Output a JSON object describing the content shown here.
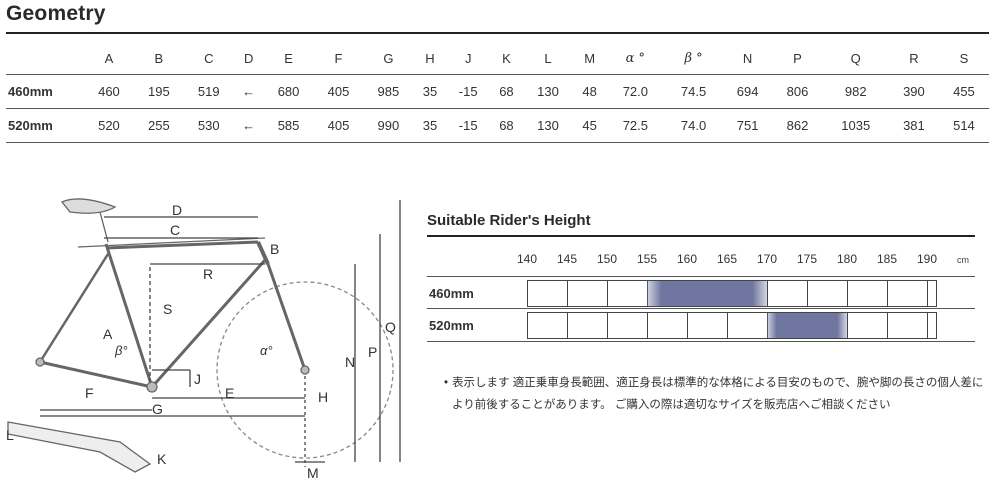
{
  "title": "Geometry",
  "geometry": {
    "columns": [
      "A",
      "B",
      "C",
      "D",
      "E",
      "F",
      "G",
      "H",
      "J",
      "K",
      "L",
      "M",
      "α °",
      "β °",
      "N",
      "P",
      "Q",
      "R",
      "S"
    ],
    "rows": [
      {
        "size": "460mm",
        "values": [
          "460",
          "195",
          "519",
          "←",
          "680",
          "405",
          "985",
          "35",
          "-15",
          "68",
          "130",
          "48",
          "72.0",
          "74.5",
          "694",
          "806",
          "982",
          "390",
          "455"
        ]
      },
      {
        "size": "520mm",
        "values": [
          "520",
          "255",
          "530",
          "←",
          "585",
          "405",
          "990",
          "35",
          "-15",
          "68",
          "130",
          "45",
          "72.5",
          "74.0",
          "751",
          "862",
          "1035",
          "381",
          "514"
        ]
      }
    ]
  },
  "diagram": {
    "labels": {
      "A": "A",
      "B": "B",
      "C": "C",
      "D": "D",
      "E": "E",
      "F": "F",
      "G": "G",
      "H": "H",
      "J": "J",
      "K": "K",
      "L": "L",
      "M": "M",
      "N": "N",
      "P": "P",
      "Q": "Q",
      "R": "R",
      "S": "S",
      "alpha": "α°",
      "beta": "β°"
    }
  },
  "rider": {
    "title": "Suitable Rider's Height",
    "scale": [
      "140",
      "145",
      "150",
      "155",
      "160",
      "165",
      "170",
      "175",
      "180",
      "185",
      "190"
    ],
    "unit": "cm",
    "rows": [
      {
        "size": "460mm",
        "range": [
          155,
          170
        ]
      },
      {
        "size": "520mm",
        "range": [
          170,
          180
        ]
      }
    ]
  },
  "note": "表示します 適正乗車身長範囲、適正身長は標準的な体格による目安のもので、腕や脚の長さの個人差により前後することがあります。 ご購入の際は適切なサイズを販売店へご相談ください",
  "colors": {
    "fill": "#6f77a0",
    "line": "#555555"
  }
}
